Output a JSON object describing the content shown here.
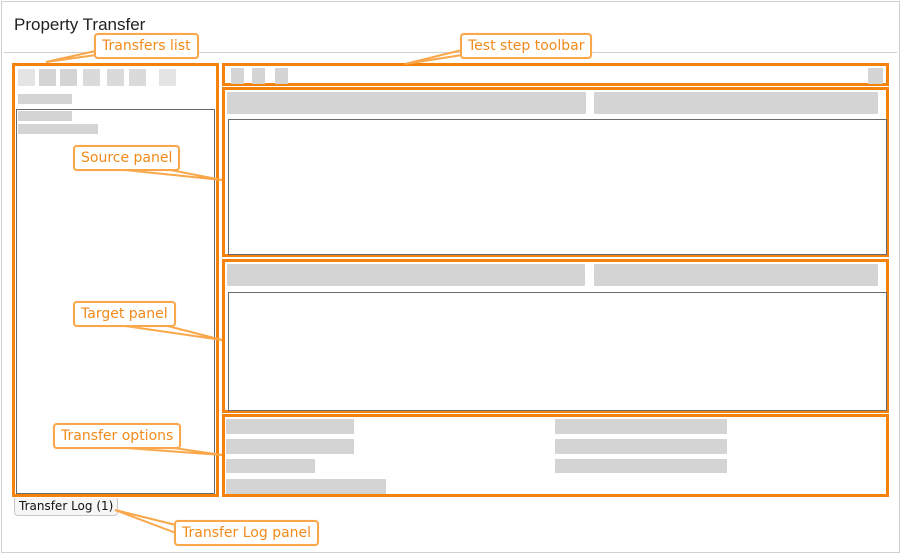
{
  "header": {
    "title": "Property Transfer"
  },
  "tabs": {
    "transfer_log": "Transfer Log (1)"
  },
  "callouts": {
    "transfers_list": "Transfers list",
    "test_step_toolbar": "Test step toolbar",
    "source_panel": "Source panel",
    "target_panel": "Target panel",
    "transfer_options": "Transfer options",
    "transfer_log_panel": "Transfer Log panel"
  },
  "colors": {
    "highlight": "#f5820a",
    "callout_border": "#f9a74a",
    "callout_text": "#f28a1a",
    "placeholder": "#d4d4d4"
  }
}
